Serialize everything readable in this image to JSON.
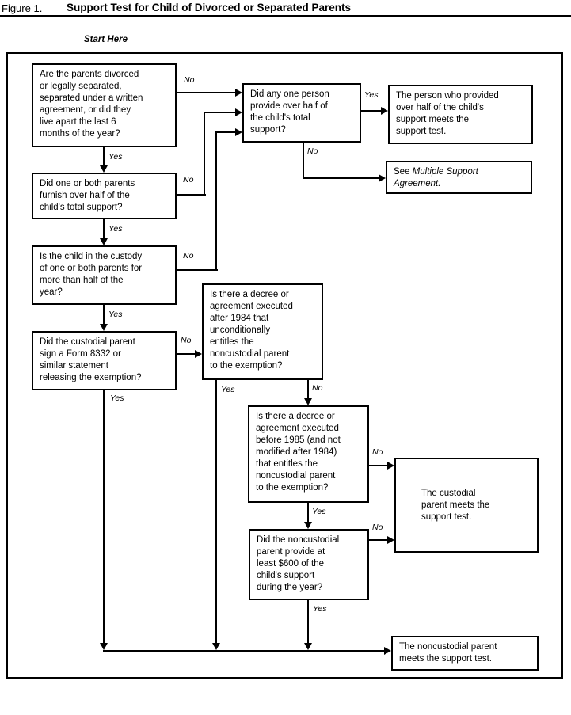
{
  "figure": {
    "label": "Figure 1.",
    "title": "Support Test for Child of Divorced or Separated Parents"
  },
  "start_label": "Start Here",
  "labels": {
    "yes": "Yes",
    "no": "No"
  },
  "nodes": {
    "divorced_or_separated": {
      "text": "Are the parents divorced\nor legally separated,\nseparated under a written\nagreement, or did they\nlive apart the last 6\nmonths of the year?"
    },
    "parents_furnish_half": {
      "text": "Did one or both parents\nfurnish over half of the\nchild's total support?"
    },
    "custody_more_than_half": {
      "text": "Is the child in the custody\nof one or both parents for\nmore than half of the\nyear?"
    },
    "form_8332": {
      "text": "Did the custodial parent\nsign a Form 8332 or\nsimilar statement\nreleasing the exemption?"
    },
    "one_person_half_support": {
      "text": "Did any one person\nprovide over half of\nthe child's total\nsupport?"
    },
    "person_meets_test": {
      "text": "The person who provided\nover half of the child's\nsupport  meets the\nsupport  test."
    },
    "see_msa": {
      "prefix": "See ",
      "italic": "Multiple Support\nAgreement."
    },
    "decree_after_1984": {
      "text": "Is there a decree or\nagreement  executed\nafter 1984 that\nunconditionally\nentitles  the\nnoncustodial  parent\nto the exemption?"
    },
    "decree_before_1985": {
      "text": "Is there a decree or\nagreement  executed\nbefore 1985 (and not\nmodified after 1984)\nthat entitles  the\nnoncustodial  parent\nto the exemption?"
    },
    "noncustodial_600": {
      "text": "Did the noncustodial\nparent provide at\nleast $600 of the\nchild's support\nduring the year?"
    },
    "custodial_meets_test": {
      "text": "The custodial\nparent meets the\nsupport  test."
    },
    "noncustodial_meets_test": {
      "text": "The noncustodial parent\nmeets the support test."
    }
  },
  "edges": [
    {
      "from": "divorced_or_separated",
      "to": "one_person_half_support",
      "label": "No"
    },
    {
      "from": "divorced_or_separated",
      "to": "parents_furnish_half",
      "label": "Yes"
    },
    {
      "from": "parents_furnish_half",
      "to": "one_person_half_support",
      "label": "No"
    },
    {
      "from": "parents_furnish_half",
      "to": "custody_more_than_half",
      "label": "Yes"
    },
    {
      "from": "custody_more_than_half",
      "to": "one_person_half_support",
      "label": "No"
    },
    {
      "from": "custody_more_than_half",
      "to": "form_8332",
      "label": "Yes"
    },
    {
      "from": "form_8332",
      "to": "decree_after_1984",
      "label": "No"
    },
    {
      "from": "form_8332",
      "to": "noncustodial_meets_test",
      "label": "Yes"
    },
    {
      "from": "one_person_half_support",
      "to": "person_meets_test",
      "label": "Yes"
    },
    {
      "from": "one_person_half_support",
      "to": "see_msa",
      "label": "No"
    },
    {
      "from": "decree_after_1984",
      "to": "noncustodial_meets_test",
      "label": "Yes"
    },
    {
      "from": "decree_after_1984",
      "to": "decree_before_1985",
      "label": "No"
    },
    {
      "from": "decree_before_1985",
      "to": "noncustodial_600",
      "label": "Yes"
    },
    {
      "from": "decree_before_1985",
      "to": "custodial_meets_test",
      "label": "No"
    },
    {
      "from": "noncustodial_600",
      "to": "noncustodial_meets_test",
      "label": "Yes"
    },
    {
      "from": "noncustodial_600",
      "to": "custodial_meets_test",
      "label": "No"
    }
  ]
}
